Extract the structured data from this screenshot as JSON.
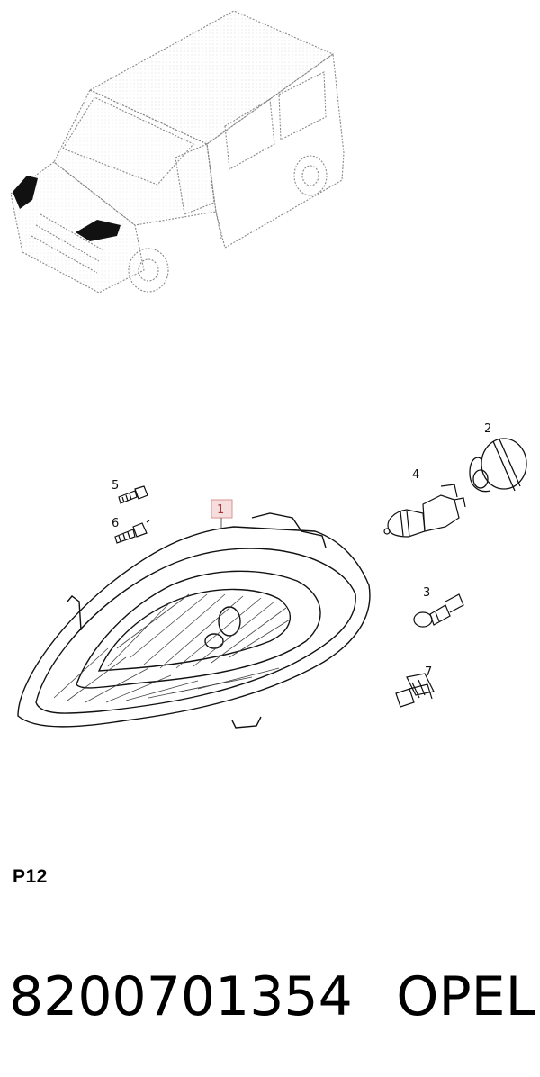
{
  "diagram": {
    "section_code": "P12",
    "callouts": [
      "1",
      "2",
      "3",
      "4",
      "5",
      "6",
      "7"
    ],
    "highlight_color": "#e9a8a8"
  },
  "footer": {
    "part_number": "8200701354",
    "brand": "OPEL"
  }
}
